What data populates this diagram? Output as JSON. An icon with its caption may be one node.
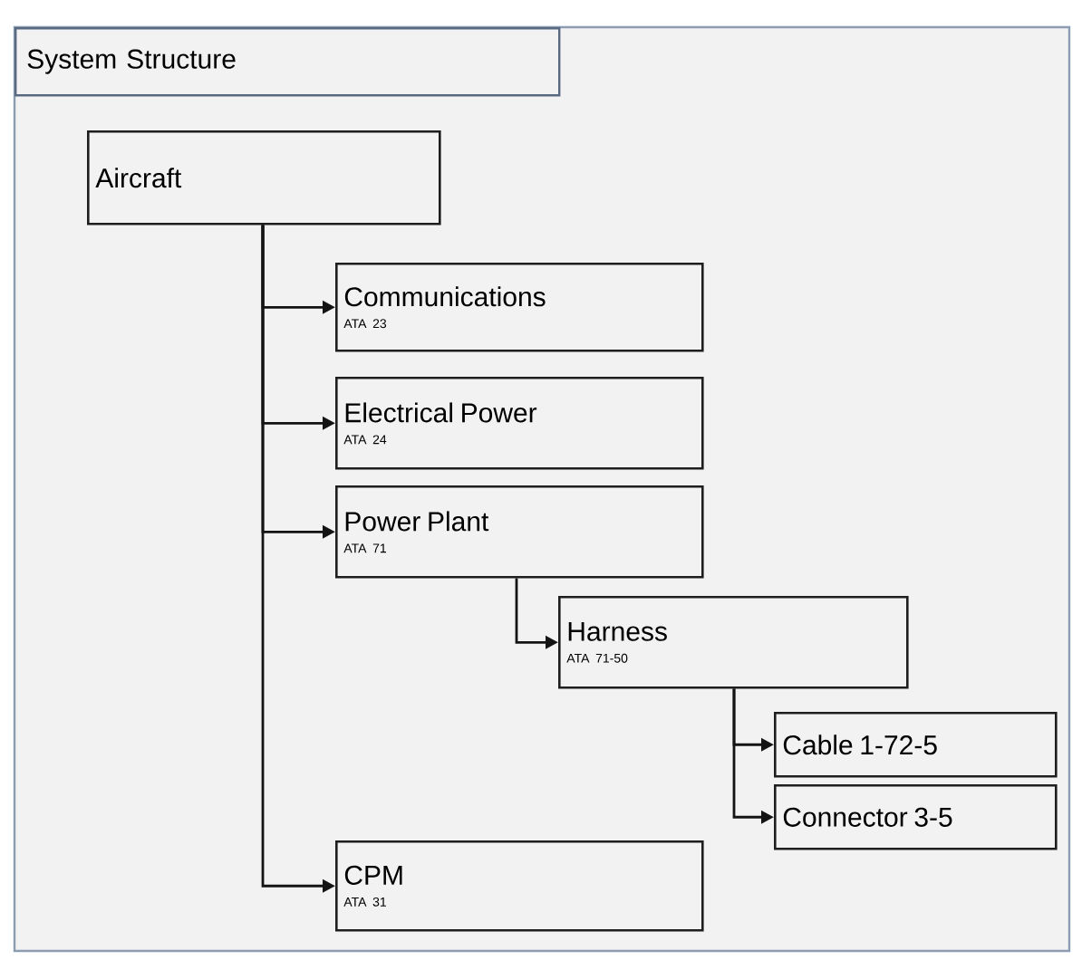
{
  "diagram": {
    "title": "System Structure",
    "nodes": [
      {
        "text": [
          "Aircraft"
        ]
      },
      {
        "text": [
          "Communications",
          "ATA 23"
        ]
      },
      {
        "text": [
          "Electrical Power",
          "ATA 24"
        ]
      },
      {
        "text": [
          "Power Plant",
          "ATA 71"
        ]
      },
      {
        "text": [
          "Harness",
          "ATA 71-50"
        ]
      },
      {
        "text": [
          "Cable 1-72-5"
        ]
      },
      {
        "text": [
          "Connector 3-5"
        ]
      },
      {
        "text": [
          "CPM",
          "ATA 31"
        ]
      }
    ],
    "edges": [
      {
        "from": 0,
        "to": 1,
        "arrow": "to"
      },
      {
        "from": 0,
        "to": 2,
        "arrow": "to"
      },
      {
        "from": 0,
        "to": 3,
        "arrow": "to"
      },
      {
        "from": 3,
        "to": 4,
        "arrow": "to"
      },
      {
        "from": 4,
        "to": 5,
        "arrow": "to"
      },
      {
        "from": 4,
        "to": 6,
        "arrow": "to"
      },
      {
        "from": 0,
        "to": 7,
        "arrow": "to"
      }
    ]
  }
}
